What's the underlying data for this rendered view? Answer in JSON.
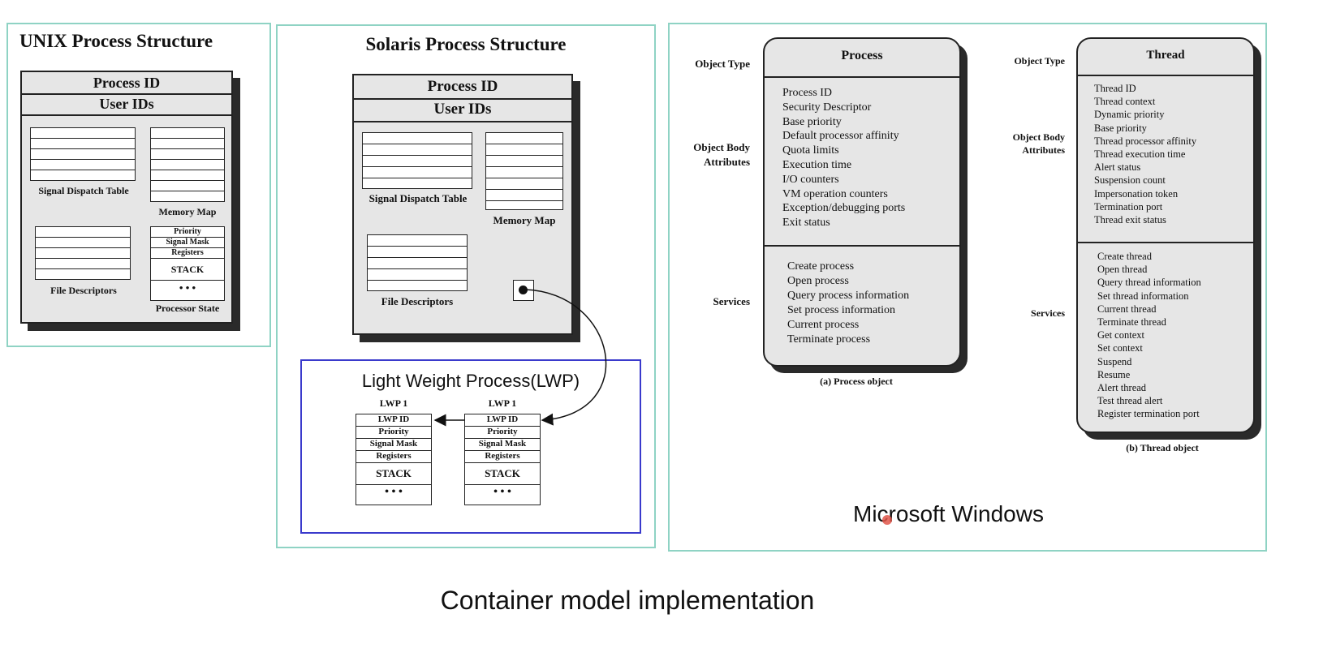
{
  "unix": {
    "title": "UNIX Process Structure",
    "process_id": "Process ID",
    "user_ids": "User IDs",
    "signal_dispatch_table": "Signal Dispatch Table",
    "memory_map": "Memory Map",
    "file_descriptors": "File Descriptors",
    "processor_state": "Processor State",
    "processor_state_rows": [
      "Priority",
      "Signal Mask",
      "Registers"
    ],
    "stack": "STACK",
    "ellipsis": "• • •"
  },
  "solaris": {
    "title": "Solaris Process Structure",
    "process_id": "Process ID",
    "user_ids": "User IDs",
    "signal_dispatch_table": "Signal Dispatch Table",
    "memory_map": "Memory Map",
    "file_descriptors": "File Descriptors",
    "lwp_title": "Light Weight Process(LWP)",
    "lwps": [
      {
        "name": "LWP 1",
        "rows": [
          "LWP ID",
          "Priority",
          "Signal Mask",
          "Registers"
        ],
        "stack": "STACK",
        "ellipsis": "• • •"
      },
      {
        "name": "LWP 1",
        "rows": [
          "LWP ID",
          "Priority",
          "Signal Mask",
          "Registers"
        ],
        "stack": "STACK",
        "ellipsis": "• • •"
      }
    ]
  },
  "windows": {
    "title": "Microsoft Windows",
    "process": {
      "object_type_label": "Object Type",
      "object_body_label_1": "Object Body",
      "object_body_label_2": "Attributes",
      "services_label": "Services",
      "name": "Process",
      "attributes": [
        "Process ID",
        "Security Descriptor",
        "Base priority",
        "Default processor affinity",
        "Quota limits",
        "Execution time",
        "I/O counters",
        "VM operation counters",
        "Exception/debugging ports",
        "Exit status"
      ],
      "services": [
        "Create process",
        "Open process",
        "Query process information",
        "Set process information",
        "Current process",
        "Terminate process"
      ],
      "caption": "(a) Process object"
    },
    "thread": {
      "object_type_label": "Object Type",
      "object_body_label_1": "Object Body",
      "object_body_label_2": "Attributes",
      "services_label": "Services",
      "name": "Thread",
      "attributes": [
        "Thread ID",
        "Thread context",
        "Dynamic priority",
        "Base priority",
        "Thread processor affinity",
        "Thread execution time",
        "Alert status",
        "Suspension count",
        "Impersonation token",
        "Termination port",
        "Thread exit status"
      ],
      "services": [
        "Create thread",
        "Open thread",
        "Query thread information",
        "Set thread information",
        "Current thread",
        "Terminate thread",
        "Get context",
        "Set context",
        "Suspend",
        "Resume",
        "Alert thread",
        "Test thread alert",
        "Register termination port"
      ],
      "caption": "(b) Thread object"
    }
  },
  "footer_title": "Container model implementation",
  "colors": {
    "panel_border": "#8fd3c4",
    "lwp_border": "#3a3acc",
    "box_fill": "#e6e6e6",
    "cursor_dot": "#e0564a"
  }
}
